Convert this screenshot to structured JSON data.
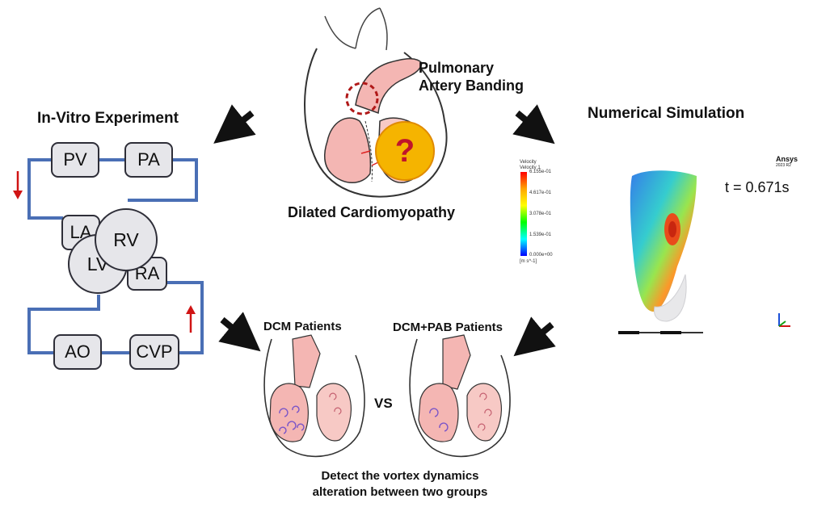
{
  "center": {
    "pulmonary_line1": "Pulmonary",
    "pulmonary_line2": "Artery Banding",
    "question_mark": "?",
    "dcm_label": "Dilated Cardiomyopathy"
  },
  "left": {
    "title": "In-Vitro  Experiment",
    "blocks": {
      "pv": "PV",
      "pa": "PA",
      "la": "LA",
      "rv": "RV",
      "lv": "LV",
      "ra": "RA",
      "ao": "AO",
      "cvp": "CVP"
    }
  },
  "right": {
    "title": "Numerical  Simulation",
    "time_label": "t = 0.671s",
    "brand": "Ansys",
    "brand_version": "2023 R2",
    "colorbar": {
      "title1": "Velocity",
      "title2": "Velocity 1",
      "ticks": [
        "6.155e-01",
        "4.617e-01",
        "3.078e-01",
        "1.539e-01",
        "0.000e+00"
      ],
      "unit": "[m s^-1]",
      "colors": [
        "#ff0000",
        "#ffa500",
        "#ffff00",
        "#00ff00",
        "#00ffff",
        "#0000ff"
      ]
    }
  },
  "bottom": {
    "dcm_patients": "DCM Patients",
    "dcm_pab_patients": "DCM+PAB Patients",
    "vs": "VS",
    "caption_line1": "Detect the vortex dynamics",
    "caption_line2": "alteration between two groups"
  }
}
